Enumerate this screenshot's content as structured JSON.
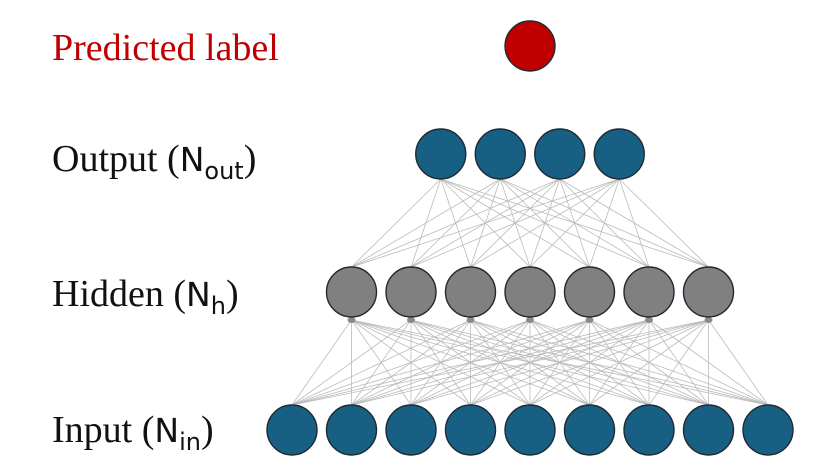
{
  "labels": {
    "predicted": {
      "text": "Predicted label"
    },
    "output": {
      "prefix": "Output (",
      "symbol": "N",
      "subscript": "out",
      "suffix": ")"
    },
    "hidden": {
      "prefix": "Hidden (",
      "symbol": "N",
      "subscript": "h",
      "suffix": ")"
    },
    "input": {
      "prefix": "Input (",
      "symbol": "N",
      "subscript": "in",
      "suffix": ")"
    }
  },
  "layers": {
    "predicted": {
      "count": 1
    },
    "output": {
      "count": 4
    },
    "hidden": {
      "count": 7
    },
    "input": {
      "count": 9
    }
  },
  "colors": {
    "predicted_node": "#c00000",
    "predicted_text": "#c00000",
    "output_node": "#185f84",
    "hidden_node": "#808080",
    "input_node": "#185f84",
    "node_stroke": "#1f2a33",
    "edge": "#bbbbbb"
  }
}
